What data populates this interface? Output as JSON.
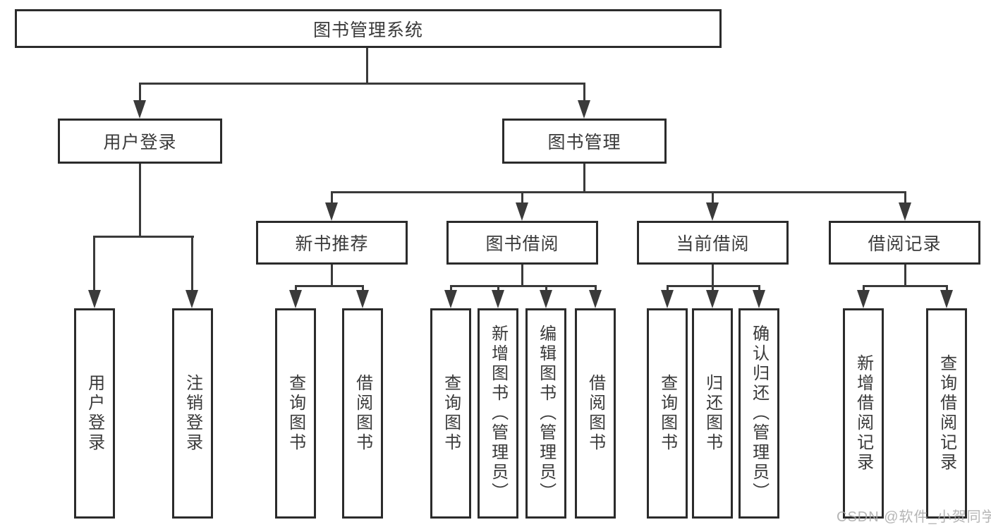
{
  "tree": {
    "root": {
      "label": "图书管理系统",
      "children": [
        {
          "label": "用户登录",
          "children": [
            {
              "label": "用户登录"
            },
            {
              "label": "注销登录"
            }
          ]
        },
        {
          "label": "图书管理",
          "children": [
            {
              "label": "新书推荐",
              "children": [
                {
                  "label": "查询图书"
                },
                {
                  "label": "借阅图书"
                }
              ]
            },
            {
              "label": "图书借阅",
              "children": [
                {
                  "label": "查询图书"
                },
                {
                  "label": "新增图书（管理员）"
                },
                {
                  "label": "编辑图书（管理员）"
                },
                {
                  "label": "借阅图书"
                }
              ]
            },
            {
              "label": "当前借阅",
              "children": [
                {
                  "label": "查询图书"
                },
                {
                  "label": "归还图书"
                },
                {
                  "label": "确认归还（管理员）"
                }
              ]
            },
            {
              "label": "借阅记录",
              "children": [
                {
                  "label": "新增借阅记录"
                },
                {
                  "label": "查询借阅记录"
                }
              ]
            }
          ]
        }
      ]
    }
  },
  "watermark": {
    "text": "CSDN @软件_小贺同学"
  },
  "colors": {
    "line": "#3a3a3a",
    "box_border": "#2b2b2b",
    "text": "#3a3a3a",
    "background": "#ffffff",
    "watermark": "#a8a8a8"
  }
}
